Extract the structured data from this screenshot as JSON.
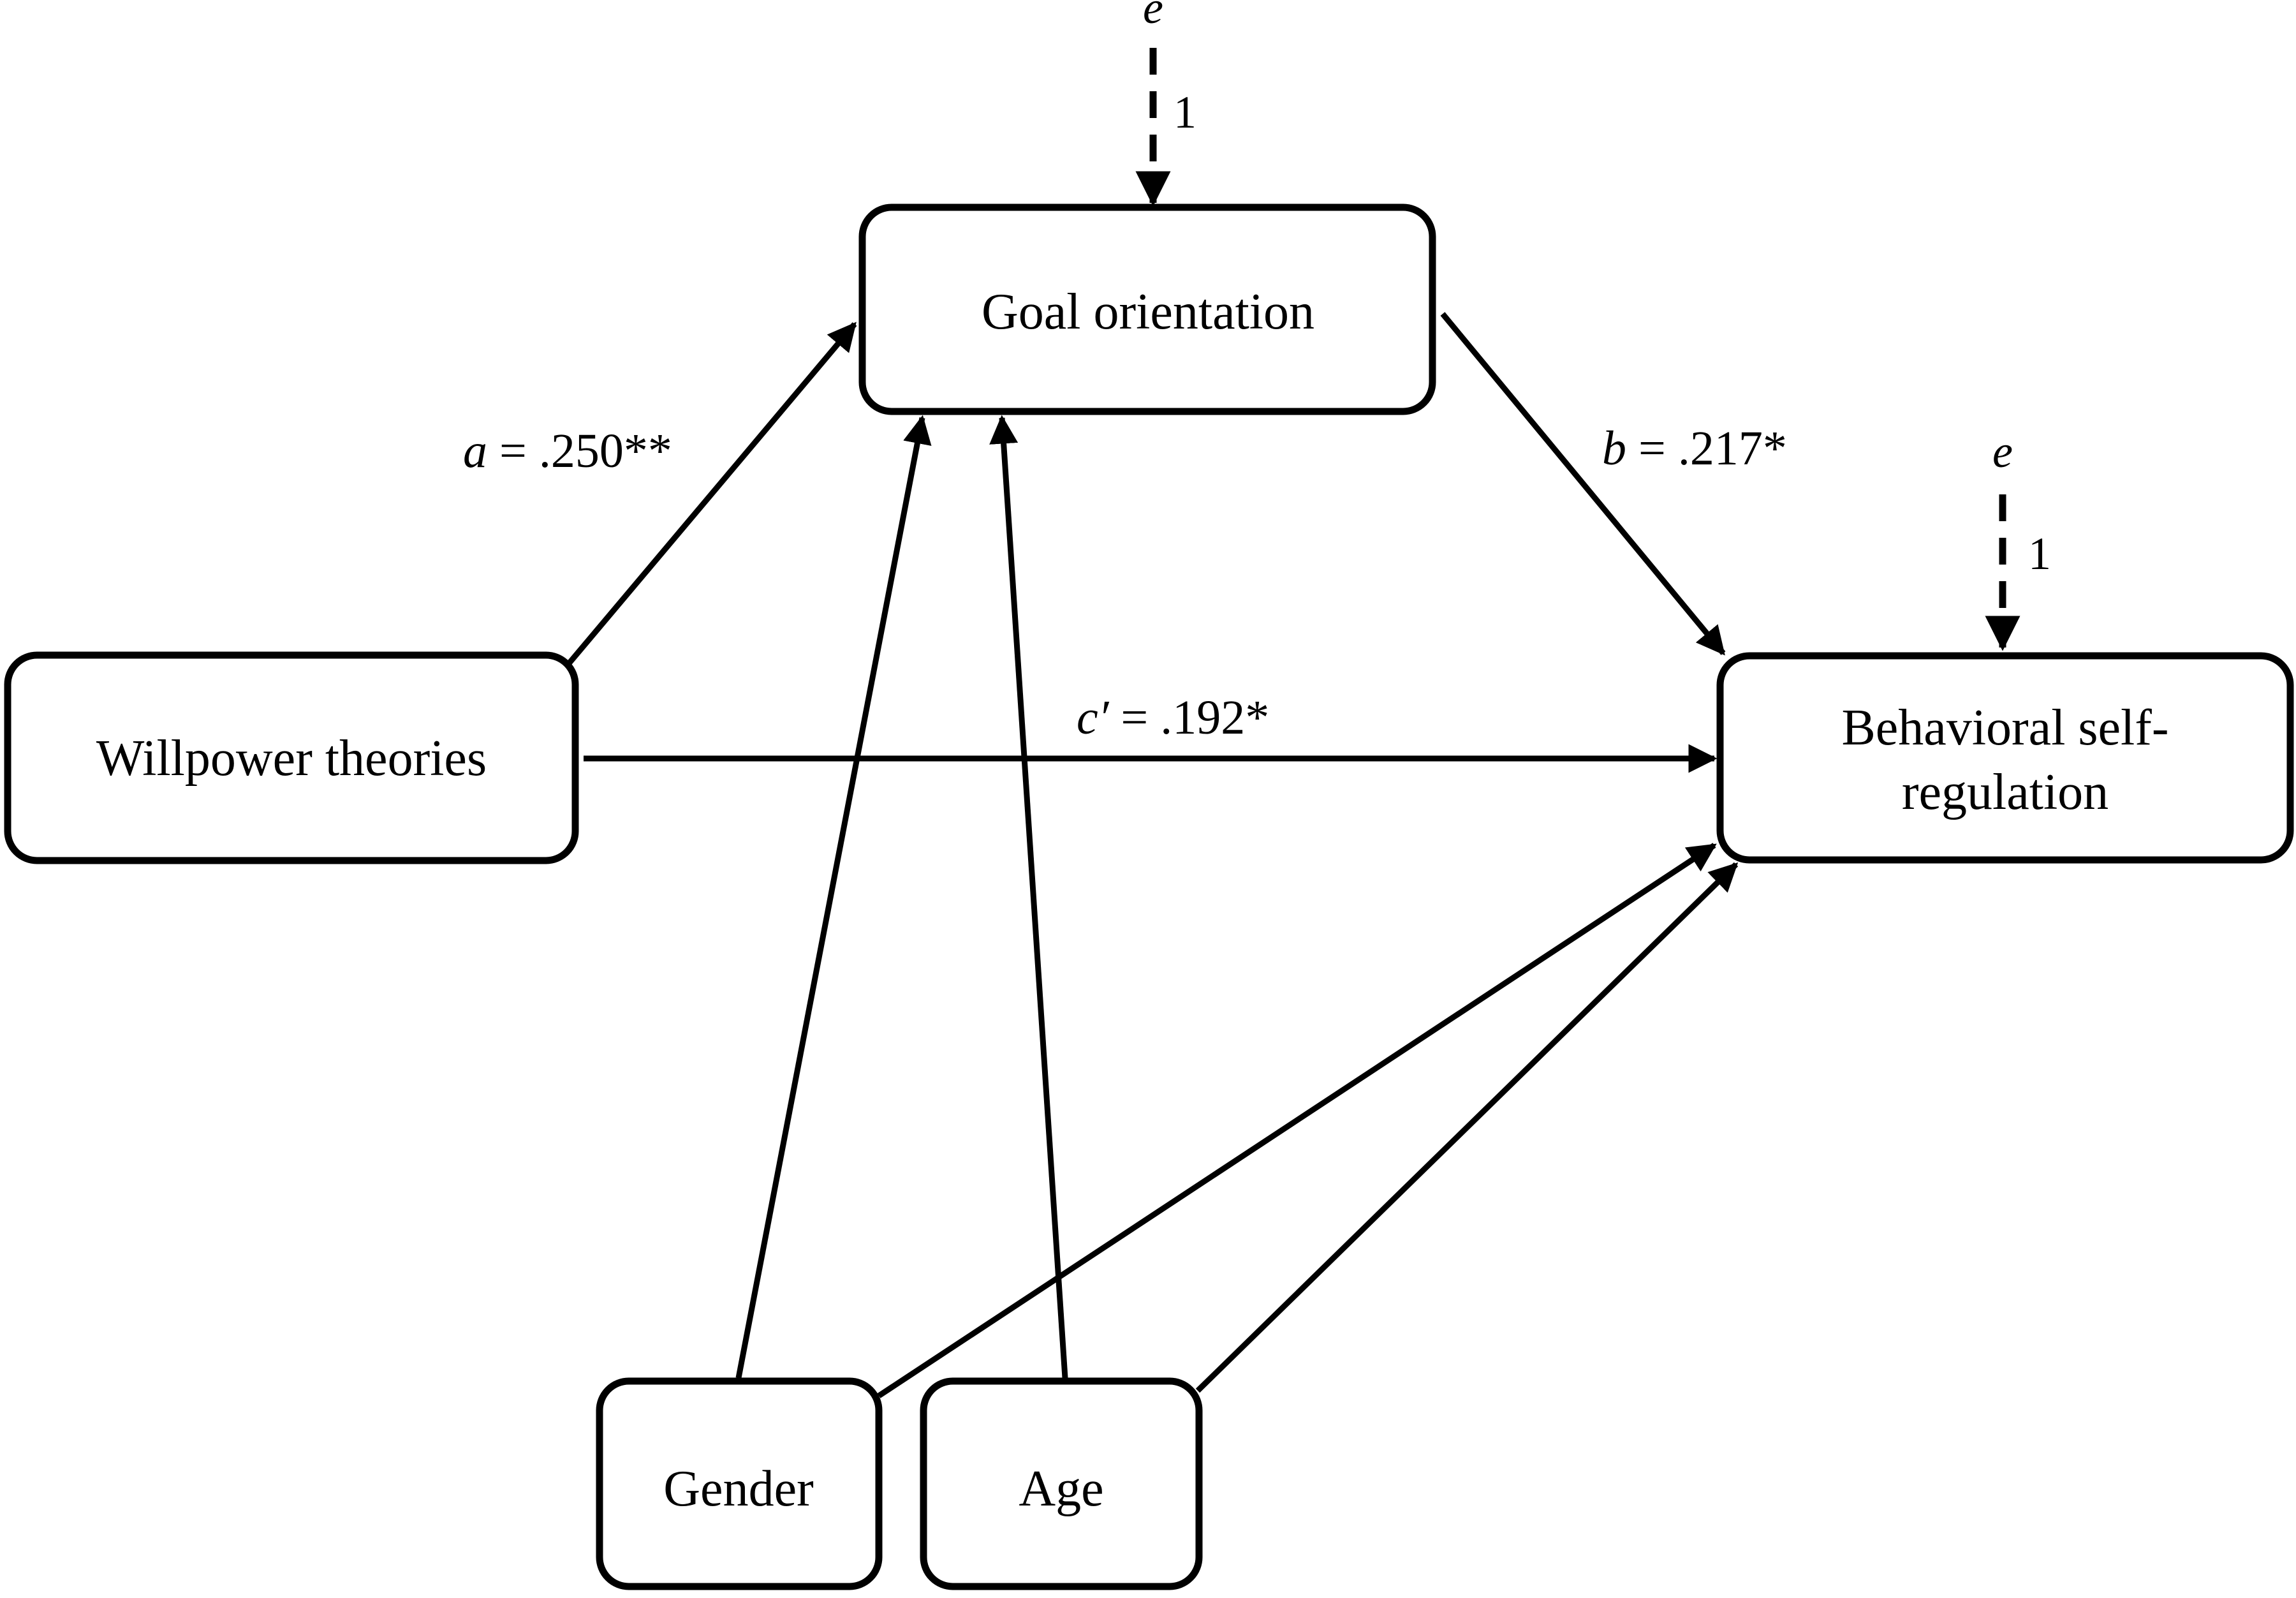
{
  "nodes": {
    "goal_orientation": "Goal orientation",
    "willpower_theories": "Willpower theories",
    "behavioral_self_regulation_line1": "Behavioral self-",
    "behavioral_self_regulation_line2": "regulation",
    "gender": "Gender",
    "age": "Age"
  },
  "paths": {
    "a": {
      "symbol": "a",
      "value": " = .250**"
    },
    "b": {
      "symbol": "b",
      "value": " = .217*"
    },
    "c_prime": {
      "symbol": "c′",
      "value": " = .192*"
    }
  },
  "error_terms": {
    "goal_orientation": {
      "symbol": "e",
      "loading": "1"
    },
    "behavioral_self_regulation": {
      "symbol": "e",
      "loading": "1"
    }
  },
  "colors": {
    "stroke": "#000000",
    "background": "#ffffff"
  }
}
